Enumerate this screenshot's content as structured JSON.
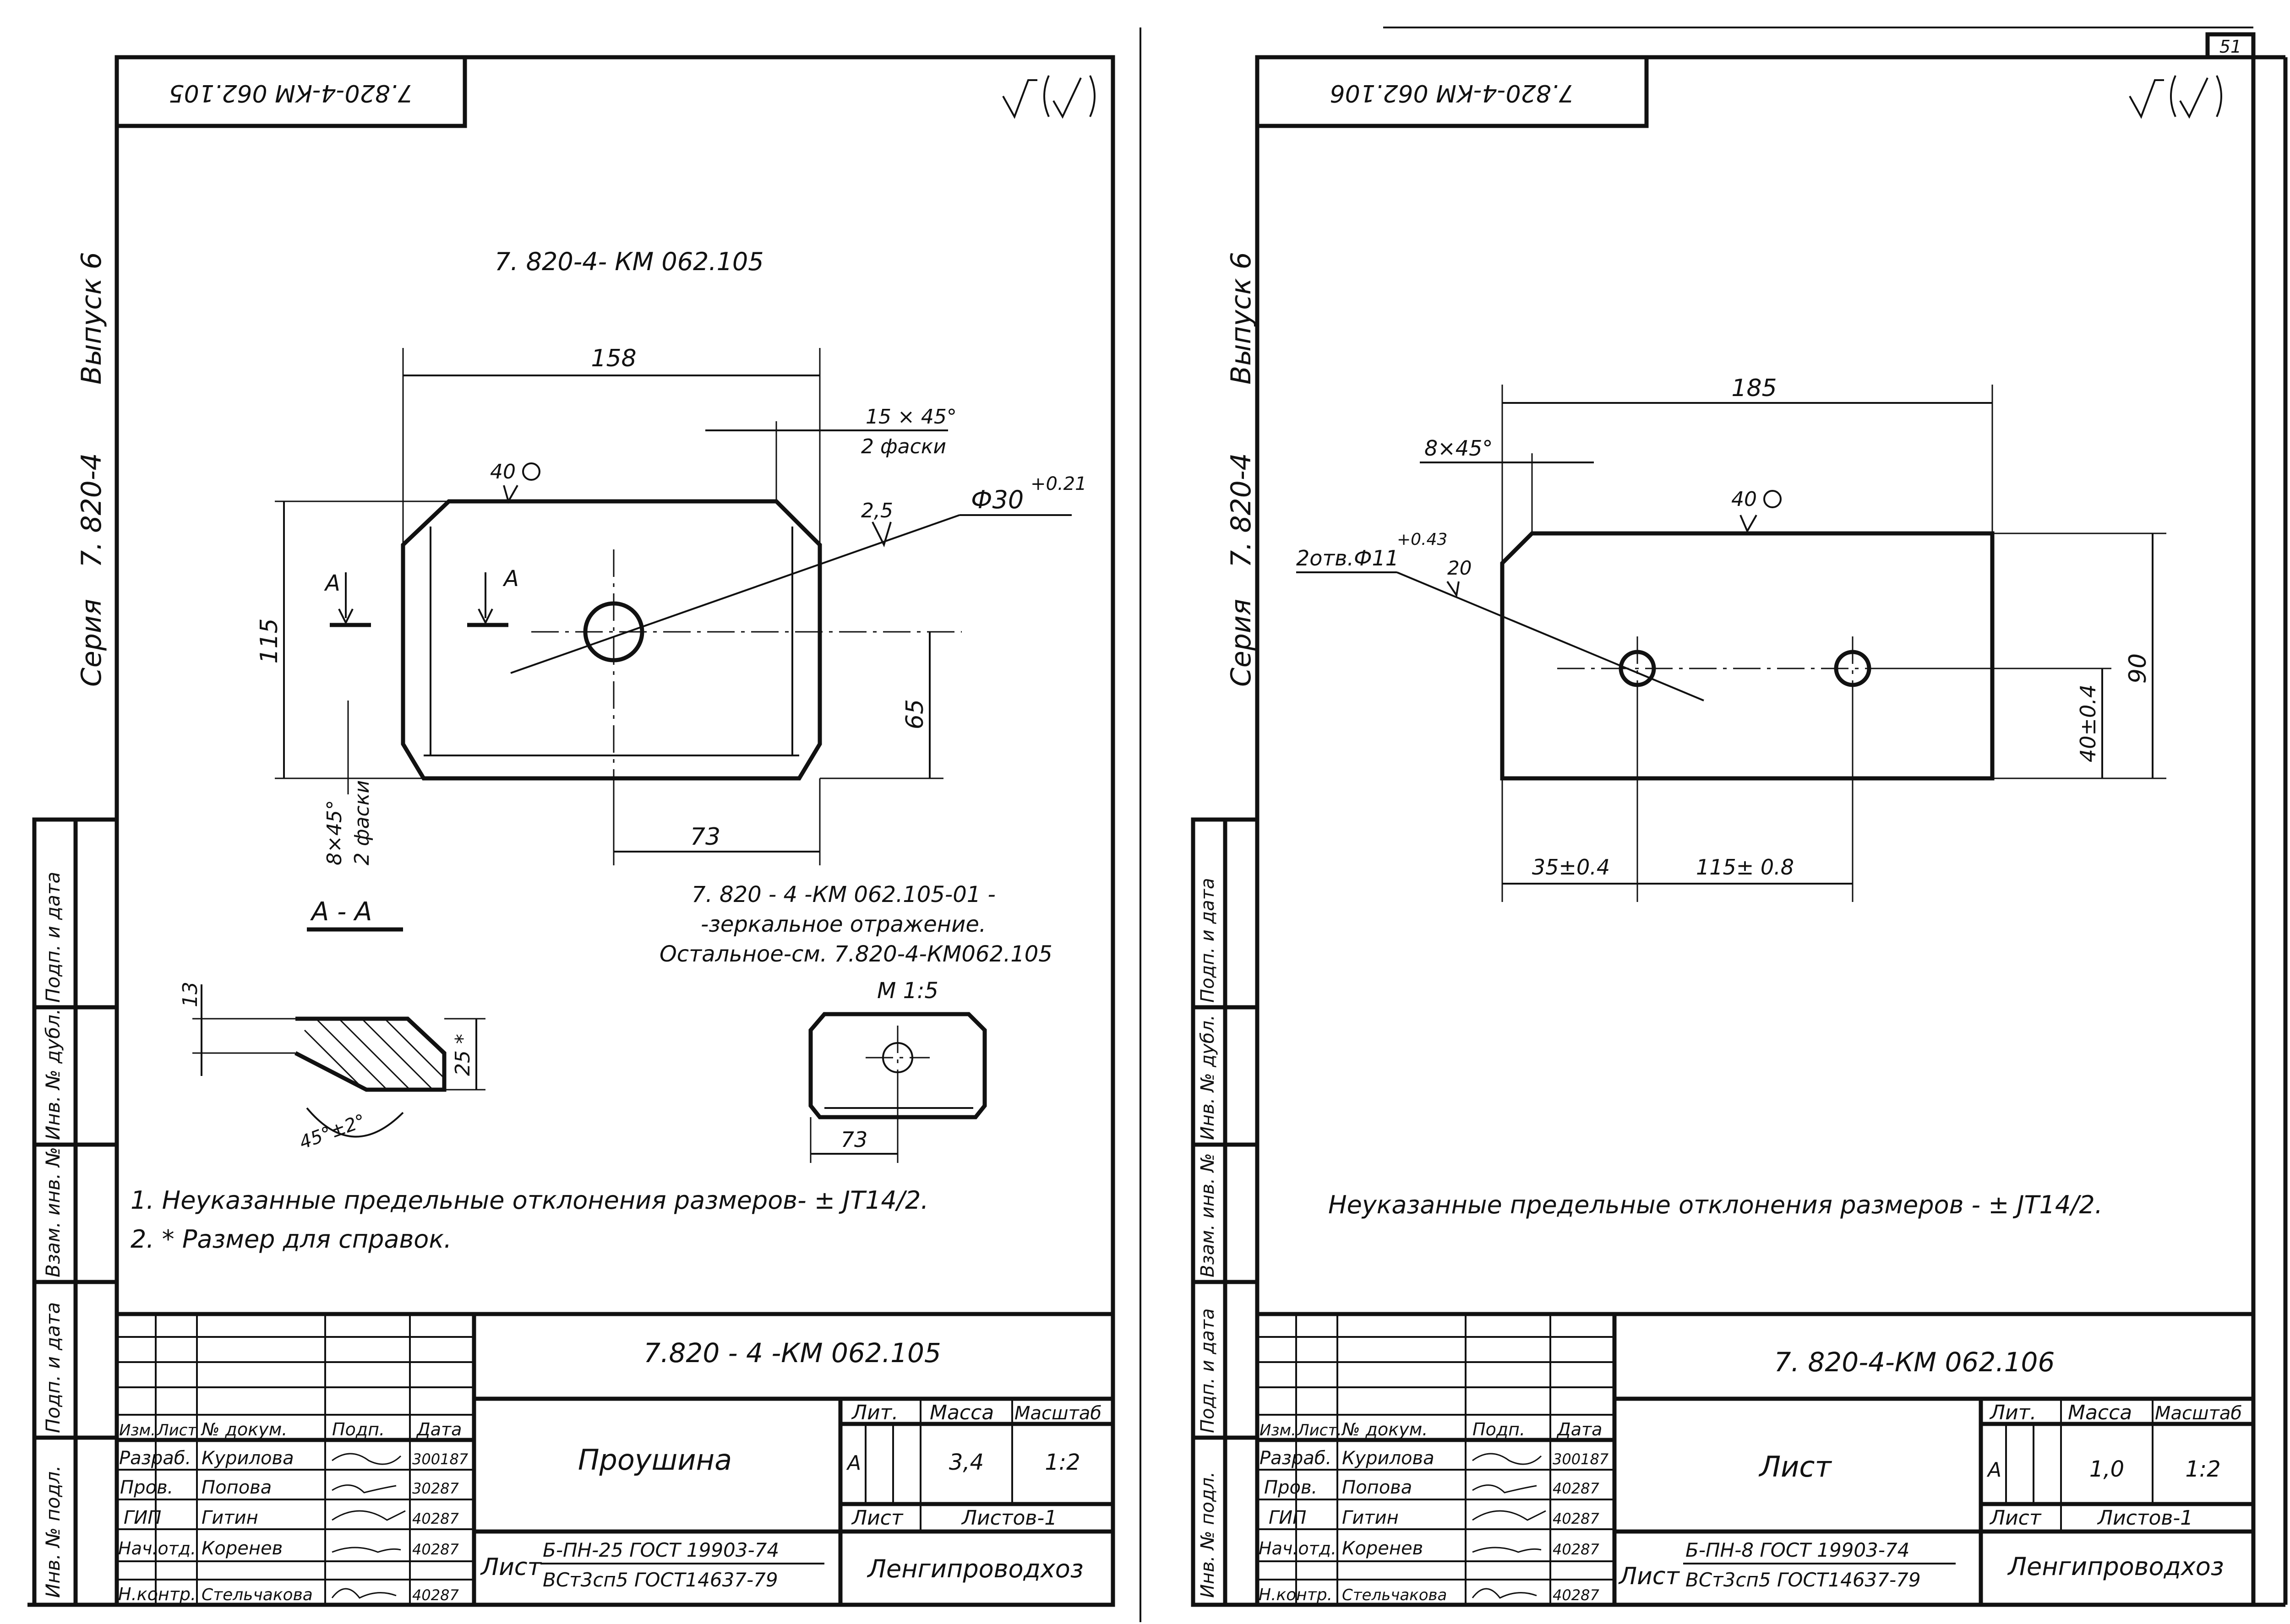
{
  "page_number": "51",
  "left_sheet": {
    "top_stamp": "7.820-4-КМ 062.105",
    "series_side": {
      "series_label": "Серия",
      "series_value": "7. 820-4",
      "issue_label": "Выпуск 6"
    },
    "drawing_title": "7. 820-4- КМ 062.105",
    "dims": {
      "width": "158",
      "height": "115",
      "hole_offset_y": "65",
      "hole_offset_x": "73",
      "chamfer_top": "15 × 45°",
      "chamfer_top_note": "2 фаски",
      "chamfer_bottom": "8×45°",
      "chamfer_bottom_note": "2 фаски",
      "hole": "Ф30",
      "hole_tol": "+0.21",
      "hole_rough": "2,5",
      "surface_rough": "40"
    },
    "section_label": "А",
    "section_title": "А - А",
    "section_dims": {
      "thickness": "13",
      "bevel": "25 *",
      "angle": "45°±2°"
    },
    "variant_note": [
      "7. 820 - 4 -КМ 062.105-01 -",
      "-зеркальное отражение.",
      "Остальное-см. 7.820-4-КМ062.105"
    ],
    "mini_view": {
      "scale": "М 1:5",
      "dim": "73"
    },
    "notes": [
      "1. Неуказанные предельные отклонения размеров- ± JT14/2.",
      "2. * Размер для справок."
    ],
    "title_block": {
      "doc_code": "7.820 - 4 -КМ 062.105",
      "name": "Проушина",
      "lit_header": "Лит.",
      "mass_header": "Масса",
      "scale_header": "Масштаб",
      "lit": "А",
      "mass": "3,4",
      "scale": "1:2",
      "sheet_label": "Лист",
      "sheets_label": "Листов-1",
      "material_prefix": "Лист",
      "material_top": "Б-ПН-25 ГОСТ 19903-74",
      "material_bottom": "ВСт3сп5 ГОСТ14637-79",
      "org": "Ленгипроводхоз",
      "headers": [
        "Изм.",
        "Лист",
        "№ докум.",
        "Подп.",
        "Дата"
      ],
      "rows": [
        {
          "role": "Разраб.",
          "name": "Курилова",
          "date": "300187"
        },
        {
          "role": "Пров.",
          "name": "Попова",
          "date": "30287"
        },
        {
          "role": "ГИП",
          "name": "Гитин",
          "date": "40287"
        },
        {
          "role": "Нач.отд.",
          "name": "Коренев",
          "date": "40287"
        },
        {
          "role": "Н.контр.",
          "name": "Стельчакова",
          "date": "40287"
        }
      ]
    },
    "side_labels": [
      "Инв. № подл.",
      "Подп. и дата",
      "Взам. инв. №",
      "Инв. № дубл.",
      "Подп. и дата"
    ]
  },
  "right_sheet": {
    "top_stamp": "7.820-4-КМ 062.106",
    "series_side": {
      "series_label": "Серия",
      "series_value": "7. 820-4",
      "issue_label": "Выпуск 6"
    },
    "dims": {
      "width": "185",
      "height": "90",
      "hole_y": "40±0.4",
      "hole1_x": "35±0.4",
      "hole2_x": "115± 0.8",
      "chamfer": "8×45°",
      "holes": "2отв.Ф11",
      "holes_tol": "+0.43",
      "holes_rough": "20",
      "surface_rough": "40"
    },
    "note": "Неуказанные предельные отклонения размеров - ± JT14/2.",
    "title_block": {
      "doc_code": "7. 820-4-КМ 062.106",
      "name": "Лист",
      "lit_header": "Лит.",
      "mass_header": "Масса",
      "scale_header": "Масштаб",
      "lit": "А",
      "mass": "1,0",
      "scale": "1:2",
      "sheet_label": "Лист",
      "sheets_label": "Листов-1",
      "material_prefix": "Лист",
      "material_top": "Б-ПН-8 ГОСТ 19903-74",
      "material_bottom": "ВСт3сп5 ГОСТ14637-79",
      "org": "Ленгипроводхоз",
      "headers": [
        "Изм.",
        "Лист.",
        "№ докум.",
        "Подп.",
        "Дата"
      ],
      "rows": [
        {
          "role": "Разраб.",
          "name": "Курилова",
          "date": "300187"
        },
        {
          "role": "Пров.",
          "name": "Попова",
          "date": "40287"
        },
        {
          "role": "ГИП",
          "name": "Гитин",
          "date": "40287"
        },
        {
          "role": "Нач.отд.",
          "name": "Коренев",
          "date": "40287"
        },
        {
          "role": "Н.контр.",
          "name": "Стельчакова",
          "date": "40287"
        }
      ]
    },
    "side_labels": [
      "Инв. № подл.",
      "Подп. и дата",
      "Взам. инв. №",
      "Инв. № дубл.",
      "Подп. и дата"
    ]
  }
}
